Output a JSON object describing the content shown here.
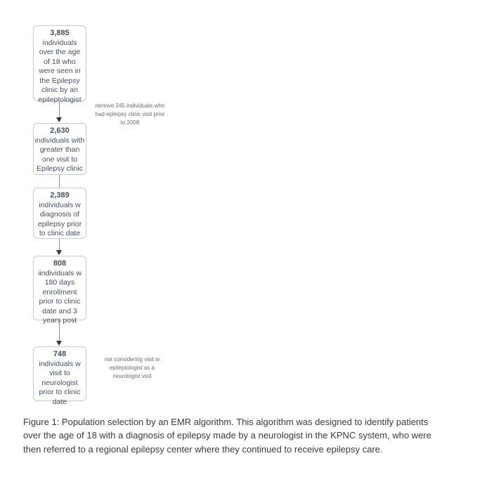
{
  "figure": {
    "boxes": [
      {
        "number": "3,885",
        "lines": [
          "individuals",
          "over the age",
          "of 18 who",
          "were seen in",
          "the Epilepsy",
          "clinic by an",
          "epileptologist"
        ]
      },
      {
        "number": "2,630",
        "lines": [
          "individuals with",
          "greater than",
          "one visit to",
          "Epilepsy clinic"
        ]
      },
      {
        "number": "2,389",
        "lines": [
          "individuals w",
          "diagnosis of",
          "epilepsy prior",
          "to clinic date"
        ]
      },
      {
        "number": "808",
        "lines": [
          "iindividuals w",
          "180 days",
          "enrollment",
          "prior to clinic",
          "date and 3",
          "years post"
        ]
      },
      {
        "number": "748",
        "lines": [
          "individuals w",
          "visit to",
          "neurologist",
          "prior to clinic",
          "date"
        ]
      }
    ],
    "annotations": [
      {
        "lines": [
          "remove 245 individuals who",
          "had epilepsy clinic visit prior",
          "to 2008"
        ]
      },
      {
        "lines": [
          "not considering visit w",
          "epileptologist as a",
          "neurologist visit"
        ]
      }
    ]
  },
  "caption": {
    "lines": [
      "Figure 1: Population selection by an EMR algorithm. This algorithm was designed to identify patients",
      "over the age of 18  with a  diagnosis of epilepsy made by a neurologist in  the KPNC system, who were",
      "then referred to a regional epilepsy center where they continued to receive epilepsy care."
    ]
  },
  "colors": {
    "box_border": "#c9c9c9",
    "box_text": "#46505e",
    "connector_line": "#8f8f8f",
    "arrowhead": "#2e3642",
    "annotation_text": "#6b6b6b",
    "caption_text": "#3a3a3a",
    "background": "#ffffff"
  }
}
